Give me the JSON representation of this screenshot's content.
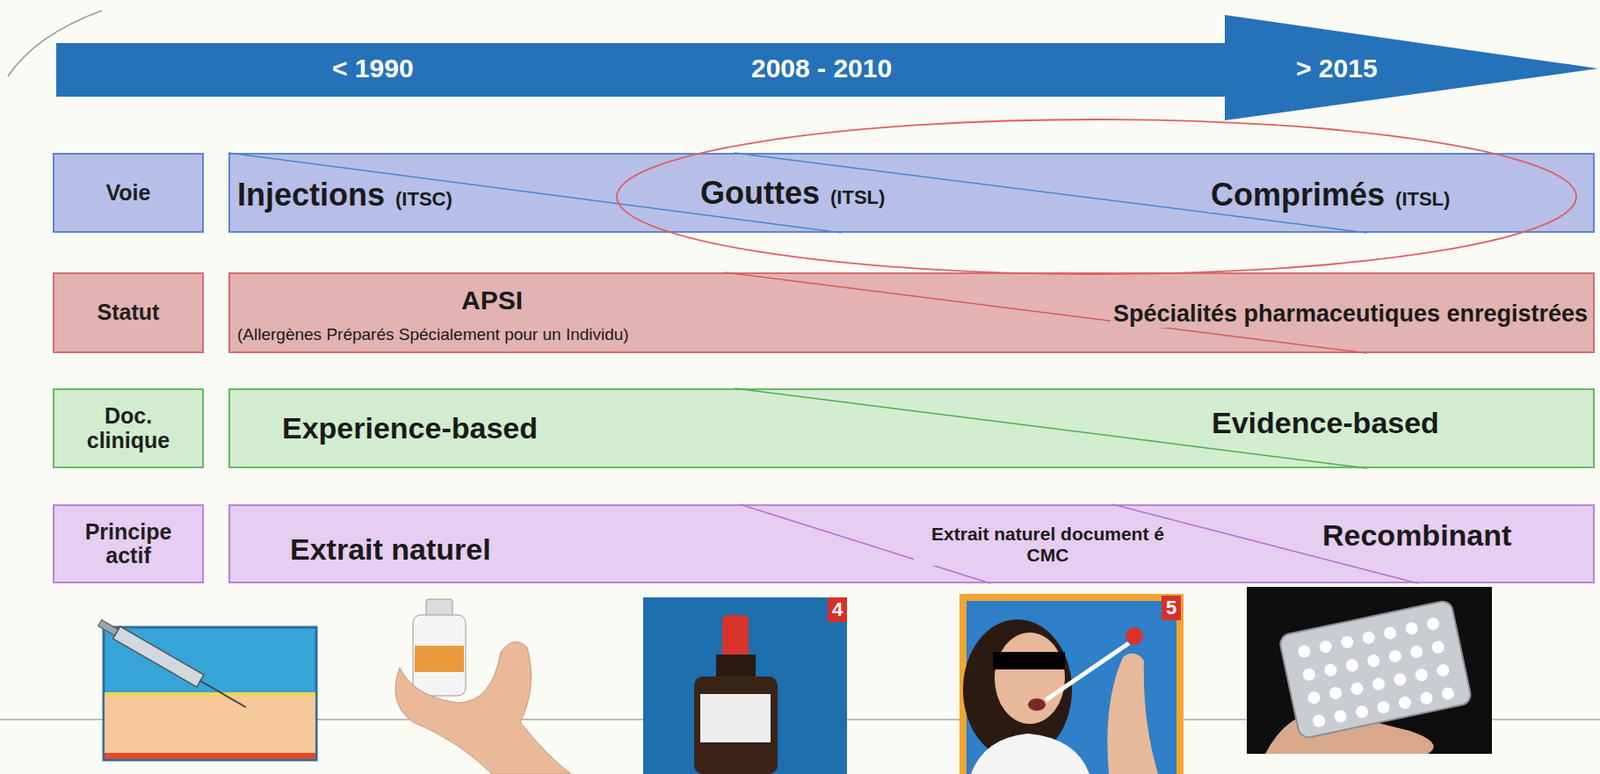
{
  "diagram": {
    "nodes": [
      {
        "text": [
          "< 1990",
          "2008 - 2010",
          "> 2015"
        ]
      },
      {
        "text": [
          "Voie"
        ]
      },
      {
        "text": [
          "Injections",
          "(ITSC)",
          "Gouttes",
          "(ITSL)",
          "Comprimés",
          "(ITSL)"
        ]
      },
      {
        "text": [
          "Statut"
        ]
      },
      {
        "text": [
          "APSI",
          "(Allergènes Préparés Spécialement pour un Individu)",
          "Spécialités pharmaceutiques enregistrées"
        ]
      },
      {
        "text": [
          "Doc. clinique"
        ]
      },
      {
        "text": [
          "Experience-based",
          "Evidence-based"
        ]
      },
      {
        "text": [
          "Principe actif"
        ]
      },
      {
        "text": [
          "Extrait naturel",
          "Extrait naturel document é CMC",
          "Recombinant"
        ]
      }
    ],
    "labels": [
      "4",
      "5"
    ]
  }
}
